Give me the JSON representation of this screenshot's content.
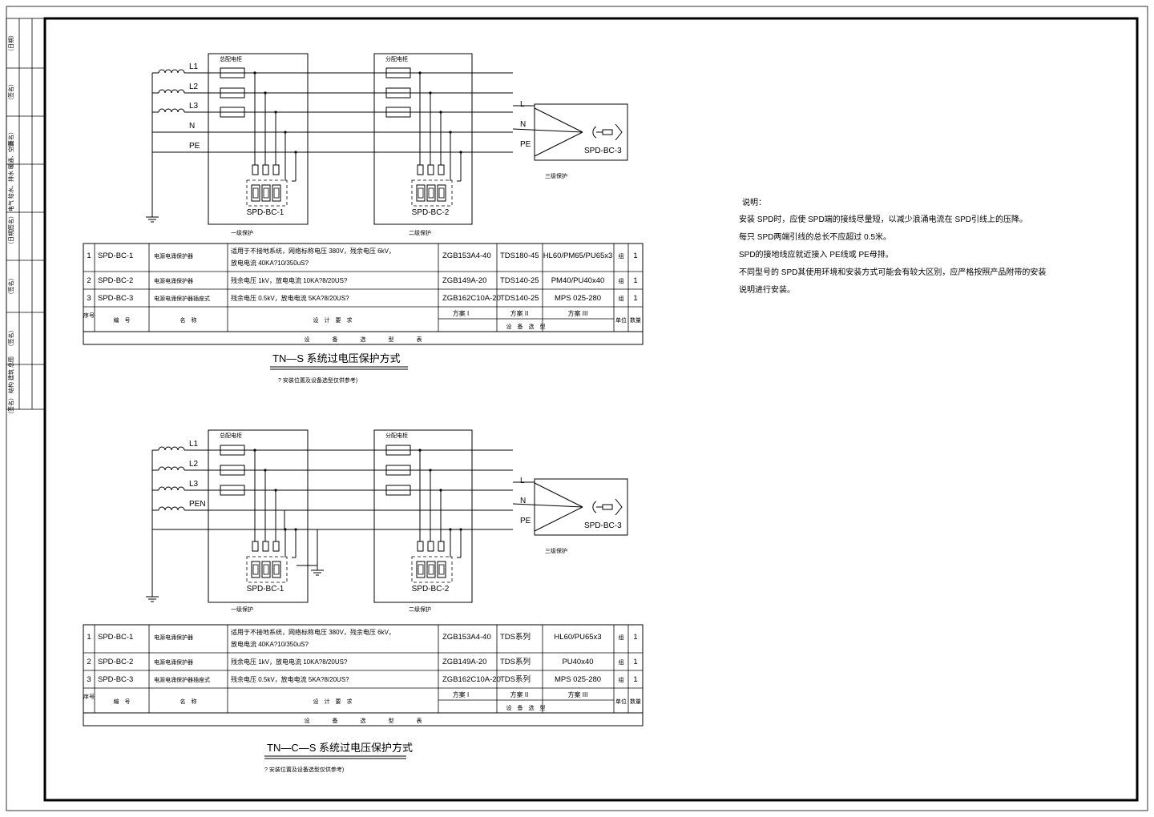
{
  "side_strip": {
    "labels": [
      "（日期）",
      "（签名）",
      "（签名）",
      "（签名） 电气 给水、排水 暖通、空调",
      "（日期）",
      "（签名）",
      "（签名）",
      "（签名） 结构 建筑 总图"
    ]
  },
  "notes": {
    "title": "说明：",
    "lines": [
      "安装 SPD时，应使 SPD端的接线尽量短，以减少浪涌电流在 SPD引线上的压降。",
      "每只 SPD两端引线的总长不应超过 0.5米。",
      "SPD的接地线应就近接入 PE线或 PE母排。",
      "不同型号的 SPD其使用环境和安装方式可能会有较大区别，应严格按照产品附带的安装",
      "说明进行安装。"
    ]
  },
  "diagrams": [
    {
      "id": "tn-s",
      "lines": [
        "L1",
        "L2",
        "L3",
        "N",
        "PE"
      ],
      "panel1": "总配电柜",
      "panel2": "分配电柜",
      "out": [
        "L",
        "N",
        "PE"
      ],
      "spd1": "SPD-BC-1",
      "spd2": "SPD-BC-2",
      "spd3": "SPD-BC-3",
      "stage1": "一级保护",
      "stage2": "二级保护",
      "stage3": "三级保护",
      "caption": "TN—S  系统过电压保护方式",
      "subcaption": "? 安装位置及设备选型仅供参考)",
      "table": {
        "rows": [
          {
            "no": "1",
            "model": "SPD-BC-1",
            "name": "电源电涌保护器",
            "req1": "适用于不接地系统，网络标称电压 380V，残余电压 6kV，",
            "req2": "放电电流 40KA?10/350uS?",
            "opt1": "ZGB153A4-40",
            "opt2": "TDS180-45",
            "opt3": "HL60/PM65/PU65x3",
            "unit": "组",
            "qty": "1"
          },
          {
            "no": "2",
            "model": "SPD-BC-2",
            "name": "电源电涌保护器",
            "req1": "残余电压 1kV，放电电流 10KA?8/20US?",
            "req2": "",
            "opt1": "ZGB149A-20",
            "opt2": "TDS140-25",
            "opt3": "PM40/PU40x40",
            "unit": "组",
            "qty": "1"
          },
          {
            "no": "3",
            "model": "SPD-BC-3",
            "name": "电源电涌保护器插座式",
            "req1": "残余电压 0.5kV，放电电流 5KA?8/20US?",
            "req2": "",
            "opt1": "ZGB162C10A-20",
            "opt2": "TDS140-25",
            "opt3": "MPS 025-280",
            "unit": "组",
            "qty": "1"
          }
        ],
        "header": {
          "no": "序号",
          "model": "编　号",
          "name": "名　称",
          "req": "设　计　要　求",
          "opt1": "方案 I",
          "opt2": "方案 II",
          "opt3": "方案 III",
          "optgroup": "设　备　选　型",
          "unit": "单位",
          "qty": "数量"
        },
        "footer": "设　　　　备　　　　选　　　　型　　　　表"
      }
    },
    {
      "id": "tn-c-s",
      "lines": [
        "L1",
        "L2",
        "L3",
        "PEN"
      ],
      "panel1": "总配电柜",
      "panel2": "分配电柜",
      "out": [
        "L",
        "N",
        "PE"
      ],
      "spd1": "SPD-BC-1",
      "spd2": "SPD-BC-2",
      "spd3": "SPD-BC-3",
      "stage1": "一级保护",
      "stage2": "二级保护",
      "stage3": "三级保护",
      "caption": "TN—C—S 系统过电压保护方式",
      "subcaption": "? 安装位置及设备选型仅供参考)",
      "table": {
        "rows": [
          {
            "no": "1",
            "model": "SPD-BC-1",
            "name": "电源电涌保护器",
            "req1": "适用于不接地系统，网络标称电压 380V，残余电压 6kV，",
            "req2": "放电电流 40KA?10/350uS?",
            "opt1": "ZGB153A4-40",
            "opt2": "TDS系列",
            "opt3": "HL60/PU65x3",
            "unit": "组",
            "qty": "1"
          },
          {
            "no": "2",
            "model": "SPD-BC-2",
            "name": "电源电涌保护器",
            "req1": "残余电压 1kV，放电电流 10KA?8/20US?",
            "req2": "",
            "opt1": "ZGB149A-20",
            "opt2": "TDS系列",
            "opt3": "PU40x40",
            "unit": "组",
            "qty": "1"
          },
          {
            "no": "3",
            "model": "SPD-BC-3",
            "name": "电源电涌保护器插座式",
            "req1": "残余电压 0.5kV，放电电流 5KA?8/20US?",
            "req2": "",
            "opt1": "ZGB162C10A-20",
            "opt2": "TDS系列",
            "opt3": "MPS 025-280",
            "unit": "组",
            "qty": "1"
          }
        ],
        "header": {
          "no": "序号",
          "model": "编　号",
          "name": "名　称",
          "req": "设　计　要　求",
          "opt1": "方案 I",
          "opt2": "方案 II",
          "opt3": "方案 III",
          "optgroup": "设　备　选　型",
          "unit": "单位",
          "qty": "数量"
        },
        "footer": "设　　　　备　　　　选　　　　型　　　　表"
      }
    }
  ]
}
